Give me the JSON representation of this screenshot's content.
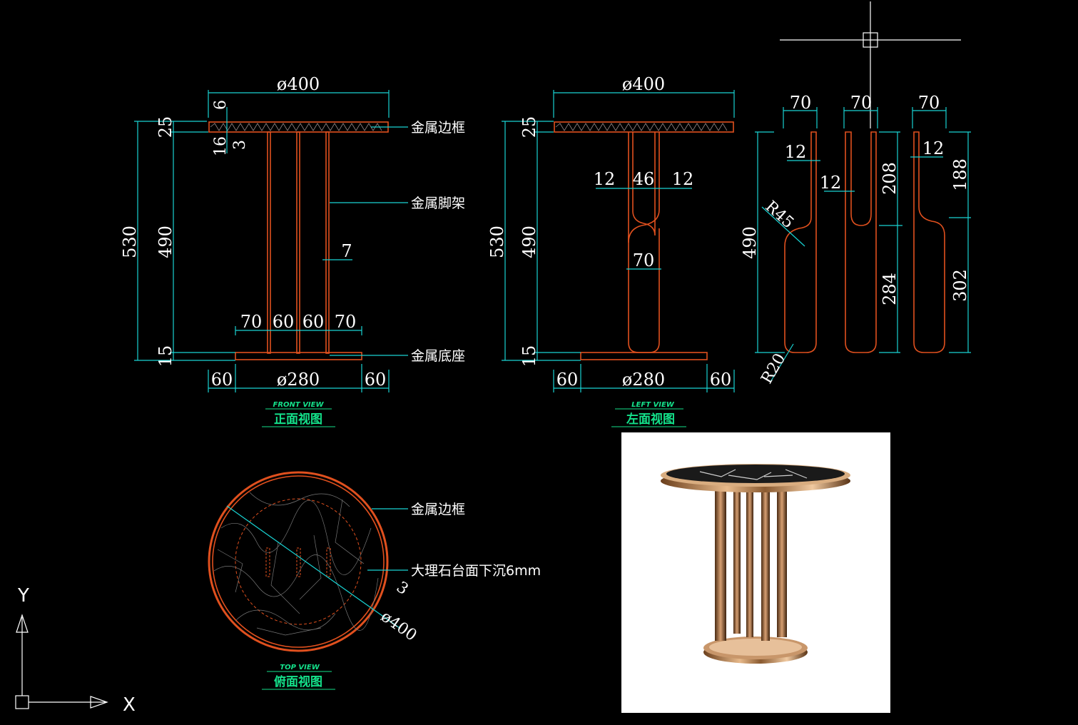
{
  "front_view": {
    "dims": {
      "top_dia": "ø400",
      "d6": "6",
      "d25": "25",
      "d16": "16",
      "d3": "3",
      "d530": "530",
      "d490": "490",
      "d15": "15",
      "d7": "7",
      "d70a": "70",
      "d60a": "60",
      "d60b": "60",
      "d70b": "70",
      "d60l": "60",
      "base_dia": "ø280",
      "d60r": "60"
    },
    "labels": {
      "frame": "金属边框",
      "legs": "金属脚架",
      "base": "金属底座"
    },
    "title_en": "FRONT VIEW",
    "title_cn": "正面视图"
  },
  "left_view": {
    "dims": {
      "top_dia": "ø400",
      "d25": "25",
      "d530": "530",
      "d490": "490",
      "d15": "15",
      "d12a": "12",
      "d46": "46",
      "d12b": "12",
      "d70": "70",
      "d60l": "60",
      "base_dia": "ø280",
      "d60r": "60"
    },
    "title_en": "LEFT VIEW",
    "title_cn": "左面视图"
  },
  "leg_details": {
    "leg1": {
      "width": "70",
      "thick": "12",
      "height": "490",
      "r1": "R45",
      "r2": "R20"
    },
    "leg2": {
      "width": "70",
      "thick": "12",
      "upper": "208",
      "lower": "284"
    },
    "leg3": {
      "width": "70",
      "thick": "12",
      "upper": "188",
      "lower": "302"
    }
  },
  "top_view": {
    "labels": {
      "frame": "金属边框",
      "marble": "大理石台面下沉6mm"
    },
    "d3": "3",
    "dia": "ø400",
    "title_en": "TOP VIEW",
    "title_cn": "俯面视图"
  },
  "ucs": {
    "x": "X",
    "y": "Y"
  },
  "colors": {
    "dimension": "#19d3d3",
    "outline": "#e0501e",
    "title": "#14e08a",
    "background": "#000000"
  }
}
